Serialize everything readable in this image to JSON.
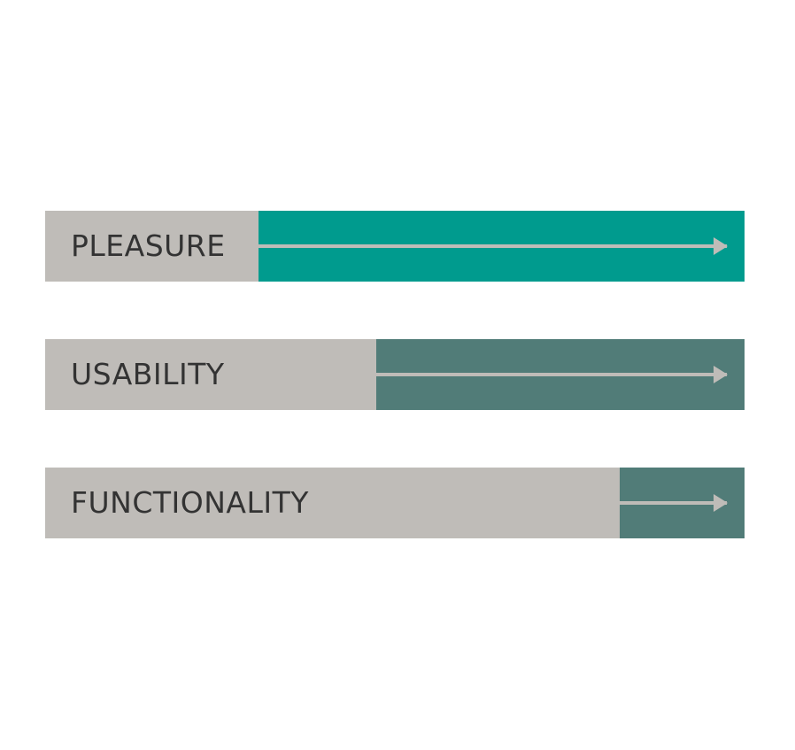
{
  "bars": [
    {
      "label": "PLEASURE",
      "fraction": 0.695,
      "color": "#009b8e"
    },
    {
      "label": "USABILITY",
      "fraction": 0.527,
      "color": "#517c78"
    },
    {
      "label": "FUNCTIONALITY",
      "fraction": 0.178,
      "color": "#517c78"
    }
  ],
  "colors": {
    "base": "#bfbcb8",
    "text": "#333333"
  }
}
